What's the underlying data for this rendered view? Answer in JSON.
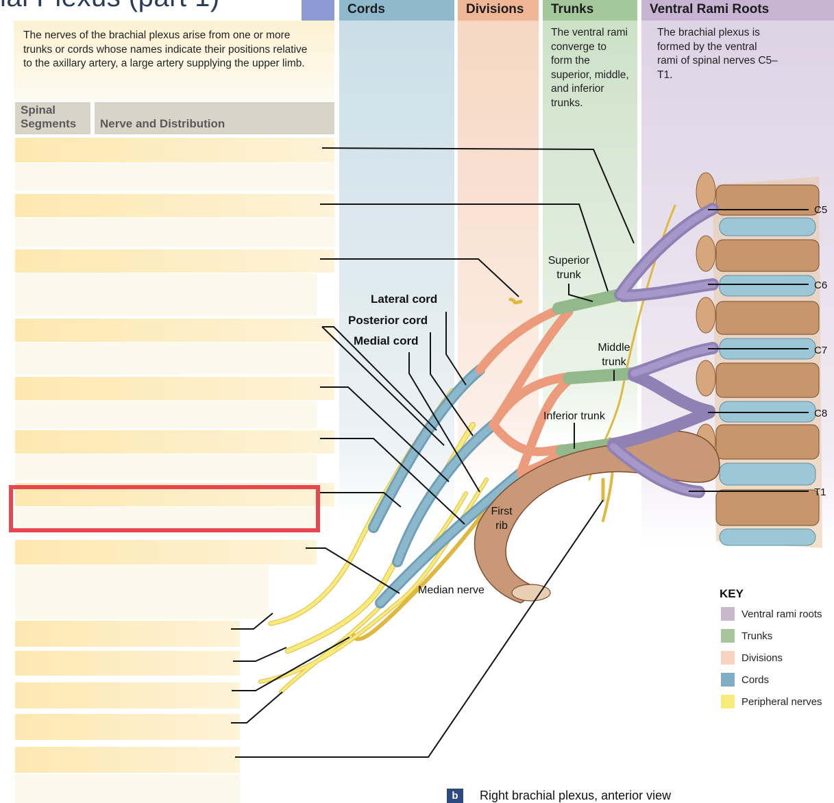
{
  "title": "ial Plexus (part 1)",
  "columns": {
    "cords": "Cords",
    "divisions": "Divisions",
    "trunks": "Trunks",
    "roots": "Ventral Rami Roots"
  },
  "intro": "The nerves of the brachial plexus arise from one or more trunks or cords whose names indicate their positions relative to the axillary artery, a large artery supplying the upper limb.",
  "trunks_desc": "The ventral rami converge to form the superior, middle, and inferior trunks.",
  "roots_desc_main": "The brachial plexus is formed by the ventral rami of spinal nerves ",
  "roots_desc_range": "C5–T1.",
  "table_header": {
    "segments": "Spinal Segments",
    "nerve": "Nerve and Distribution"
  },
  "labels": {
    "superior_trunk": "Superior trunk",
    "middle_trunk": "Middle trunk",
    "inferior_trunk": "Inferior trunk",
    "lateral_cord": "Lateral cord",
    "posterior_cord": "Posterior cord",
    "medial_cord": "Medial cord",
    "first_rib": "First rib",
    "median_nerve": "Median nerve"
  },
  "spinal_labels": {
    "c5": "C5",
    "c6": "C6",
    "c7": "C7",
    "c8": "C8",
    "t1": "T1"
  },
  "key": {
    "title": "KEY",
    "items": [
      {
        "label": "Ventral rami roots",
        "color": "#c9b8cc"
      },
      {
        "label": "Trunks",
        "color": "#a8c49a"
      },
      {
        "label": "Divisions",
        "color": "#f7d3bf"
      },
      {
        "label": "Cords",
        "color": "#7faec4"
      },
      {
        "label": "Peripheral nerves",
        "color": "#f7ec7a"
      }
    ]
  },
  "caption": {
    "badge": "b",
    "text": "Right brachial plexus, anterior view"
  },
  "colors": {
    "cords_band": "#cddfe8",
    "divisions_band": "#f6d7c4",
    "trunks_band": "#cfe3cc",
    "roots_band": "#ddd3e3",
    "highlight": "#e8474f"
  }
}
